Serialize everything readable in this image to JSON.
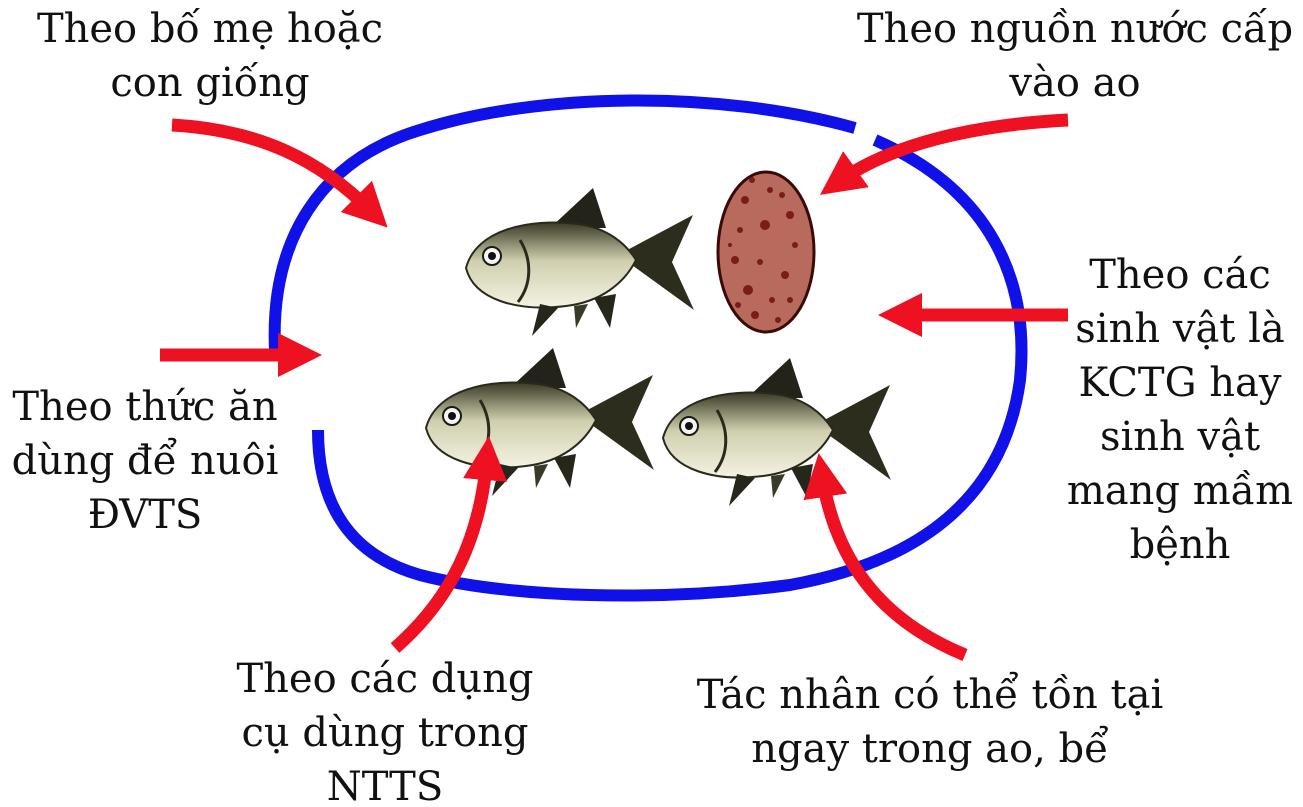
{
  "colors": {
    "pond_outline": "#1010e8",
    "arrow": "#ee1122",
    "text": "#111111",
    "pathogen_fill": "#b86a5c",
    "pathogen_spots": "#7a1c18"
  },
  "icons": [
    "fish-icon",
    "pathogen-cell-icon"
  ],
  "labels": {
    "broodstock": [
      "Theo bố mẹ hoặc",
      "con giống"
    ],
    "water_source": [
      "Theo nguồn nước cấp",
      "vào ao"
    ],
    "feed": [
      "Theo thức ăn",
      "dùng để nuôi",
      "ĐVTS"
    ],
    "organisms": [
      "Theo các",
      "sinh vật là",
      "KCTG hay",
      "sinh vật",
      "mang mầm",
      "bệnh"
    ],
    "tools": [
      "Theo các dụng",
      "cụ dùng trong",
      "NTTS"
    ],
    "in_pond": [
      "Tác nhân có thể tồn tại",
      "ngay trong ao, bể"
    ]
  }
}
